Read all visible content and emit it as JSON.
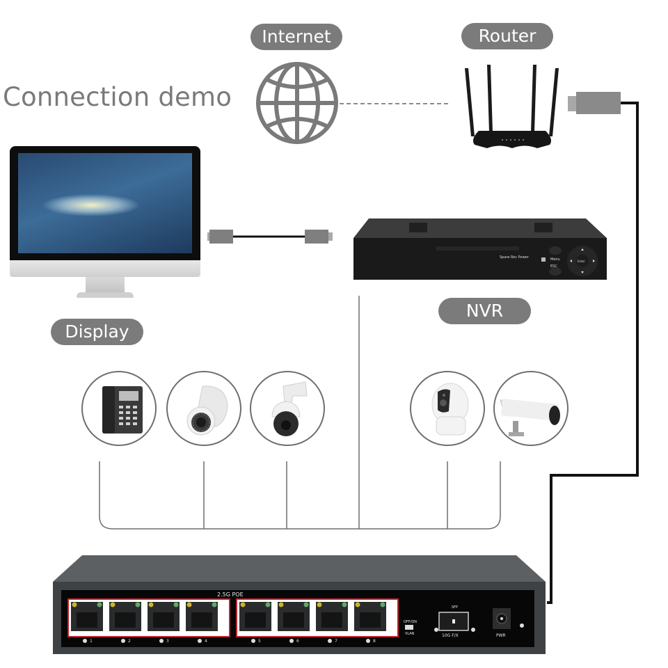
{
  "title": "Connection demo",
  "labels": {
    "internet": "Internet",
    "router": "Router",
    "display": "Display",
    "nvr": "NVR"
  },
  "nodes": {
    "internet": {
      "icon": "globe-icon"
    },
    "router": {
      "icon": "router-icon",
      "antennas": 4
    },
    "display": {
      "icon": "monitor-icon"
    },
    "nvr": {
      "icon": "nvr-icon",
      "front_labels": [
        "Spare",
        "Rec",
        "Power"
      ],
      "menu_label": "Menu",
      "esc_label": "ESC",
      "enter_label": "Enter"
    },
    "endpoints": [
      {
        "name": "ip-phone",
        "icon": "ip-phone-icon"
      },
      {
        "name": "dome-camera",
        "icon": "dome-camera-icon"
      },
      {
        "name": "ptz-camera",
        "icon": "ptz-camera-icon"
      },
      {
        "name": "pan-tilt-camera",
        "icon": "pan-tilt-camera-icon"
      },
      {
        "name": "bullet-camera",
        "icon": "bullet-camera-icon"
      }
    ]
  },
  "switch": {
    "poe_label": "2.5G POE",
    "ports": [
      "1",
      "2",
      "3",
      "4",
      "5",
      "6",
      "7",
      "8"
    ],
    "vlan_switch_top": "OFF/ON",
    "vlan_switch_bottom": "VLAN",
    "sfp_top": "SFP",
    "sfp_bottom": "10G F/X",
    "power_label": "PWR"
  },
  "colors": {
    "pill": "#7b7b7b",
    "line": "#6e6e6e",
    "cable": "#111111",
    "port_frame": "#c0242b",
    "led_yellow": "#c9b42a",
    "led_green": "#5fa866"
  }
}
